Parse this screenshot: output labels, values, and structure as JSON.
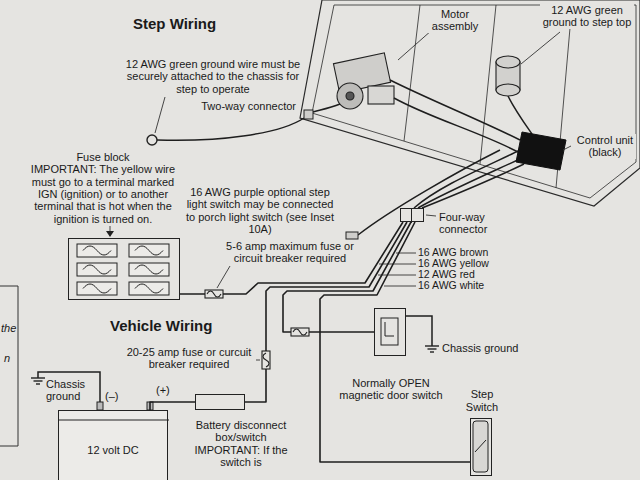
{
  "diagram": {
    "title": "Step Wiring",
    "nodes": [
      {
        "text": [
          "Fuse block",
          "IMPORTANT: The yellow wire must go to a terminal marked IGN (ignition) or to another terminal that is hot when the ignition is turned on."
        ]
      },
      {
        "text": [
          "Four-way connector"
        ]
      },
      {
        "text": [
          "Normally OPEN magnetic door switch"
        ]
      },
      {
        "text": [
          "12 volt DC"
        ]
      },
      {
        "text": [
          "Battery disconnect box/switch",
          "IMPORTANT: If the switch is"
        ]
      },
      {
        "text": [
          "Step Switch"
        ]
      }
    ],
    "edges": [
      {
        "from": 1,
        "to": 0,
        "arrow": "none"
      },
      {
        "from": 1,
        "to": 4,
        "arrow": "none"
      },
      {
        "from": 1,
        "to": 2,
        "arrow": "none"
      },
      {
        "from": 1,
        "to": 5,
        "arrow": "none"
      },
      {
        "from": 4,
        "to": 3,
        "arrow": "none"
      }
    ],
    "labels": [
      "Motor assembly",
      "12 AWG green ground to step top",
      "12 AWG green ground wire must be securely attached to the chassis for step to operate",
      "Two-way connector",
      "Control unit (black)",
      "16 AWG purple optional step light switch may be connected to porch light switch (see Inset 10A)",
      "5-6 amp maximum fuse or circuit breaker required",
      "16 AWG brown",
      "16 AWG yellow",
      "12 AWG red",
      "16 AWG white",
      "Vehicle Wiring",
      "the",
      "n",
      "20-25 amp fuse or curcuit breaker required",
      "Chassis ground",
      "(–)",
      "(+)",
      "Chassis ground"
    ]
  }
}
